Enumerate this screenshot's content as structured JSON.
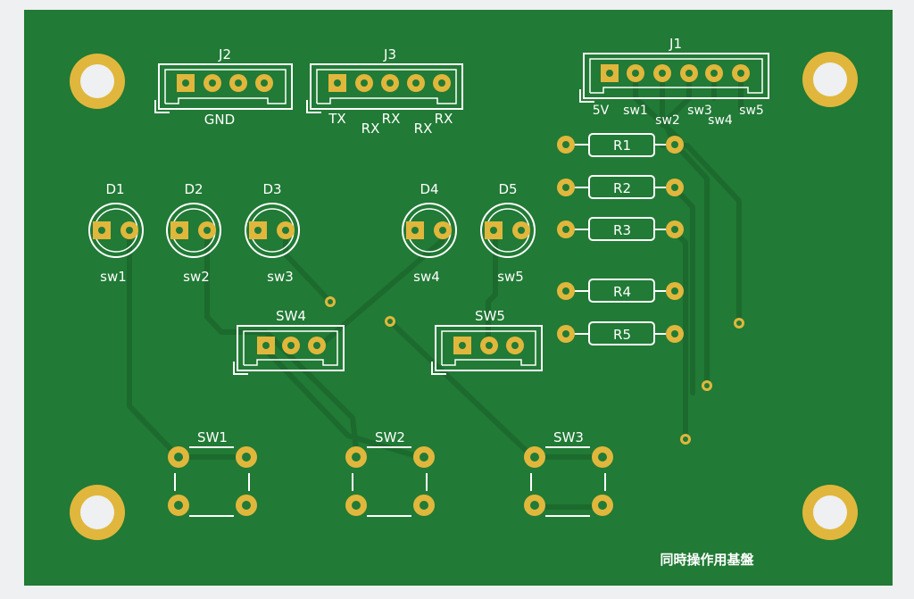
{
  "board": {
    "background": "#eef0f2",
    "pcb_color": "#217a35",
    "trace_color": "#1e6a2f",
    "pad_color": "#e0b73c",
    "silk_color": "#ffffff",
    "title": "同時操作用基盤"
  },
  "connectors": {
    "j2": {
      "ref": "J2",
      "pins": [
        "GND"
      ]
    },
    "j3": {
      "ref": "J3",
      "pins": [
        "TX",
        "RX",
        "RX",
        "RX",
        "RX"
      ]
    },
    "j1": {
      "ref": "J1",
      "pins": [
        "5V",
        "sw1",
        "sw2",
        "sw3",
        "sw4",
        "sw5"
      ]
    },
    "sw4": {
      "ref": "SW4"
    },
    "sw5": {
      "ref": "SW5"
    }
  },
  "leds": [
    {
      "ref": "D1",
      "net": "sw1"
    },
    {
      "ref": "D2",
      "net": "sw2"
    },
    {
      "ref": "D3",
      "net": "sw3"
    },
    {
      "ref": "D4",
      "net": "sw4"
    },
    {
      "ref": "D5",
      "net": "sw5"
    }
  ],
  "resistors": [
    {
      "ref": "R1"
    },
    {
      "ref": "R2"
    },
    {
      "ref": "R3"
    },
    {
      "ref": "R4"
    },
    {
      "ref": "R5"
    }
  ],
  "switches": [
    {
      "ref": "SW1"
    },
    {
      "ref": "SW2"
    },
    {
      "ref": "SW3"
    }
  ]
}
